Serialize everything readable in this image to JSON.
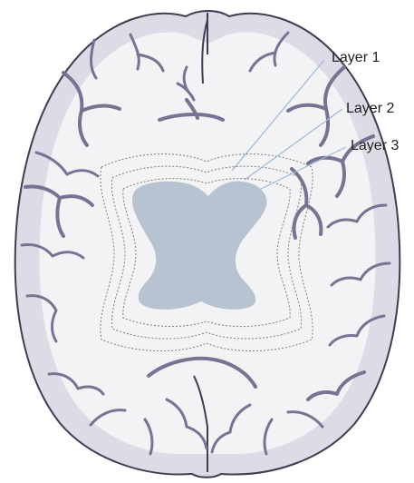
{
  "labels": [
    {
      "id": "layer-1",
      "text": "Layer 1"
    },
    {
      "id": "layer-2",
      "text": "Layer 2"
    },
    {
      "id": "layer-3",
      "text": "Layer 3"
    }
  ],
  "colors": {
    "cortex": "#dcdbe6",
    "cortex_outline": "#3f3d52",
    "white_matter": "#f3f3f6",
    "sulcus": "#7a7292",
    "ventricle": "#b7c3d0",
    "leader_line": "#9fb7d6",
    "layer_contour": "#7c7c7c"
  }
}
